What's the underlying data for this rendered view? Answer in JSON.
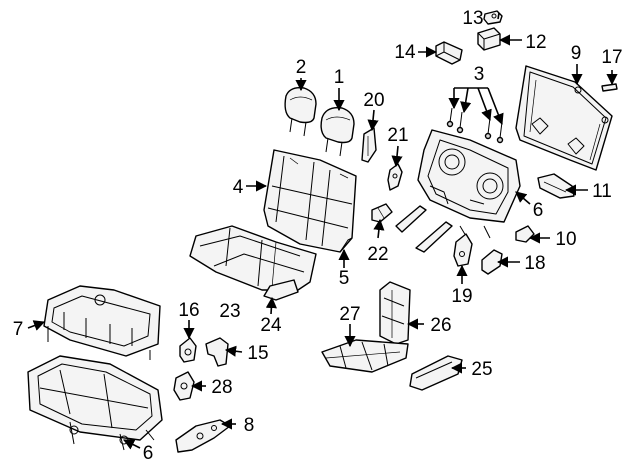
{
  "diagram": {
    "callouts": {
      "c1": "1",
      "c2": "2",
      "c3": "3",
      "c4": "4",
      "c5": "5",
      "c6a": "6",
      "c6b": "6",
      "c7": "7",
      "c8": "8",
      "c9": "9",
      "c10": "10",
      "c11": "11",
      "c12": "12",
      "c13": "13",
      "c14": "14",
      "c15": "15",
      "c16": "16",
      "c17": "17",
      "c18": "18",
      "c19": "19",
      "c20": "20",
      "c21": "21",
      "c22": "22",
      "c23": "23",
      "c24": "24",
      "c25": "25",
      "c26": "26",
      "c27": "27",
      "c28": "28"
    }
  }
}
